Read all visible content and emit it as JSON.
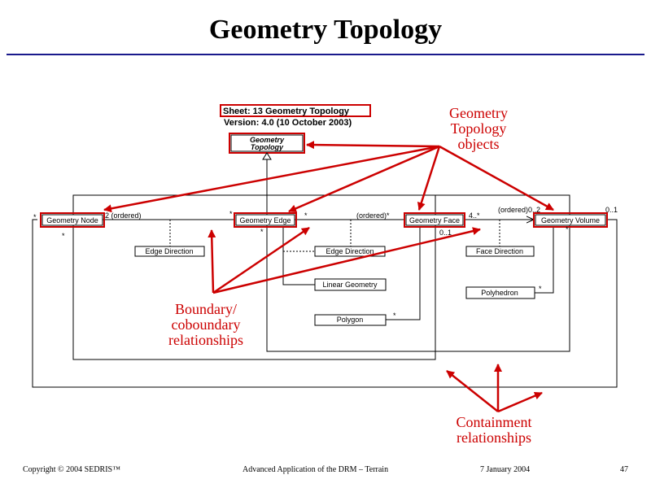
{
  "slide": {
    "title": "Geometry Topology",
    "footer": {
      "copyright": "Copyright © 2004 SEDRIS™",
      "course": "Advanced Application of the DRM – Terrain",
      "date": "7 January 2004",
      "page": "47"
    }
  },
  "diagram": {
    "sheet_line": "Sheet:  13  Geometry Topology",
    "version_line": "Version: 4.0  (10 October 2003)",
    "superclass": [
      "Geometry",
      "Topology"
    ],
    "classes": {
      "geometry_node": "Geometry Node",
      "geometry_edge": "Geometry Edge",
      "geometry_face": "Geometry Face",
      "geometry_volume": "Geometry Volume",
      "edge_direction_1": "Edge Direction",
      "edge_direction_2": "Edge Direction",
      "linear_geometry": "Linear Geometry",
      "polygon": "Polygon",
      "face_direction": "Face Direction",
      "polyhedron": "Polyhedron"
    },
    "multiplicities": {
      "node_left_star": "*",
      "node_two_ordered": "2  (ordered)",
      "node_below_star": "*",
      "edge_left_star": "*",
      "edge_right_star": "*",
      "edge_below_star": "*",
      "face_ordered_star": "(ordered)*",
      "face_four_star": "4..*",
      "face_zero_one": "0..1",
      "volume_ordered": "(ordered)0..2",
      "volume_zero_one": "0..1",
      "volume_below_star": "*",
      "polygon_star": "*",
      "polyhedron_star": "*"
    },
    "annotations": {
      "objects": [
        "Geometry",
        "Topology",
        "objects"
      ],
      "boundary": [
        "Boundary/",
        "coboundary",
        "relationships"
      ],
      "containment": [
        "Containment",
        "relationships"
      ]
    },
    "colors": {
      "annotation": "#cc0000",
      "title_rule": "#1a1a8c"
    }
  }
}
